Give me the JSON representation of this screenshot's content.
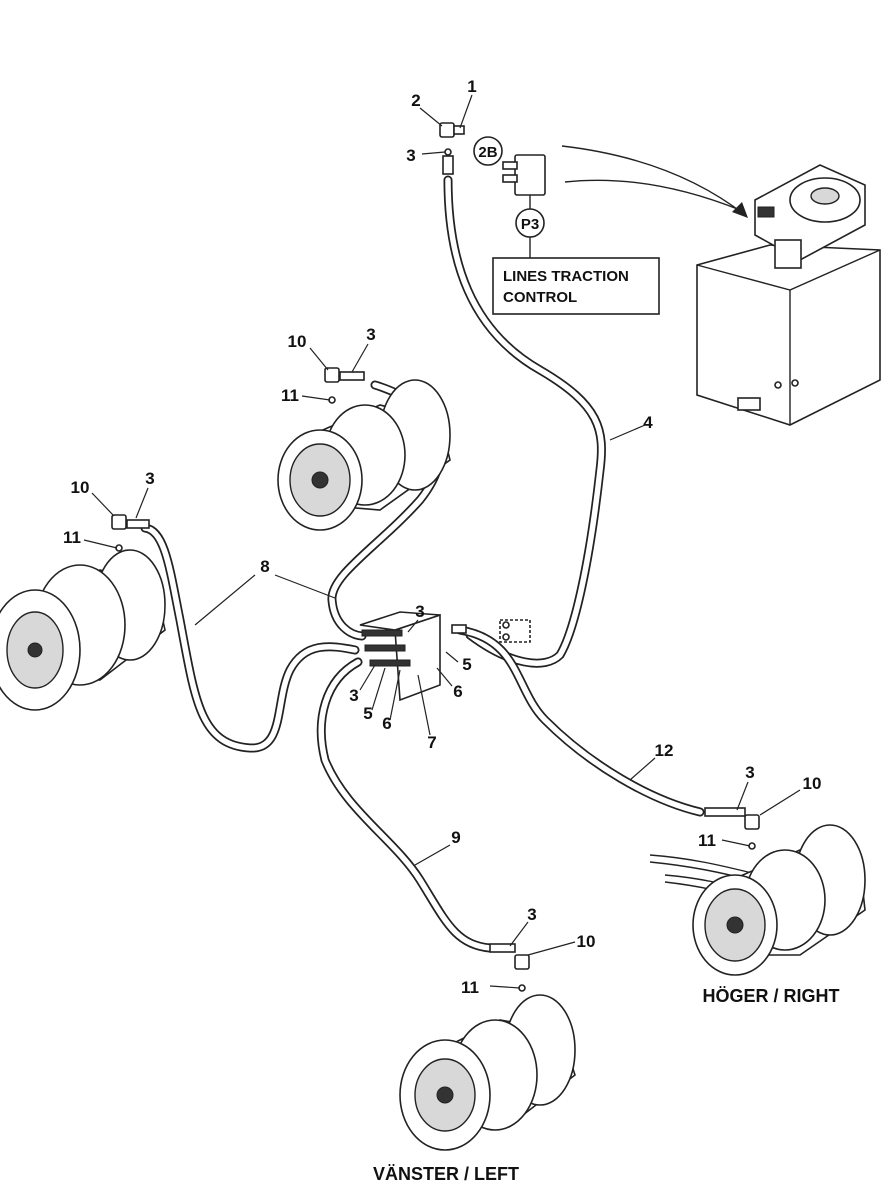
{
  "callouts": {
    "c1": "1",
    "c2": "2",
    "c3_top": "3",
    "c10_mid": "10",
    "c3_mid": "3",
    "c11_mid": "11",
    "c4": "4",
    "c10_left": "10",
    "c3_left": "3",
    "c11_left": "11",
    "c8": "8",
    "c3_block_top": "3",
    "c5_block_right": "5",
    "c6_block_right": "6",
    "c3_block_left": "3",
    "c5_block_left": "5",
    "c6_block_left": "6",
    "c7": "7",
    "c12": "12",
    "c3_right": "3",
    "c10_right": "10",
    "c11_right": "11",
    "c9": "9",
    "c3_bottom": "3",
    "c10_bottom": "10",
    "c11_bottom": "11"
  },
  "circle_labels": {
    "valve": "2B",
    "port": "P3"
  },
  "box_label": {
    "line1": "LINES TRACTION",
    "line2": "CONTROL"
  },
  "captions": {
    "right": "HÖGER / RIGHT",
    "left": "VÄNSTER / LEFT"
  }
}
